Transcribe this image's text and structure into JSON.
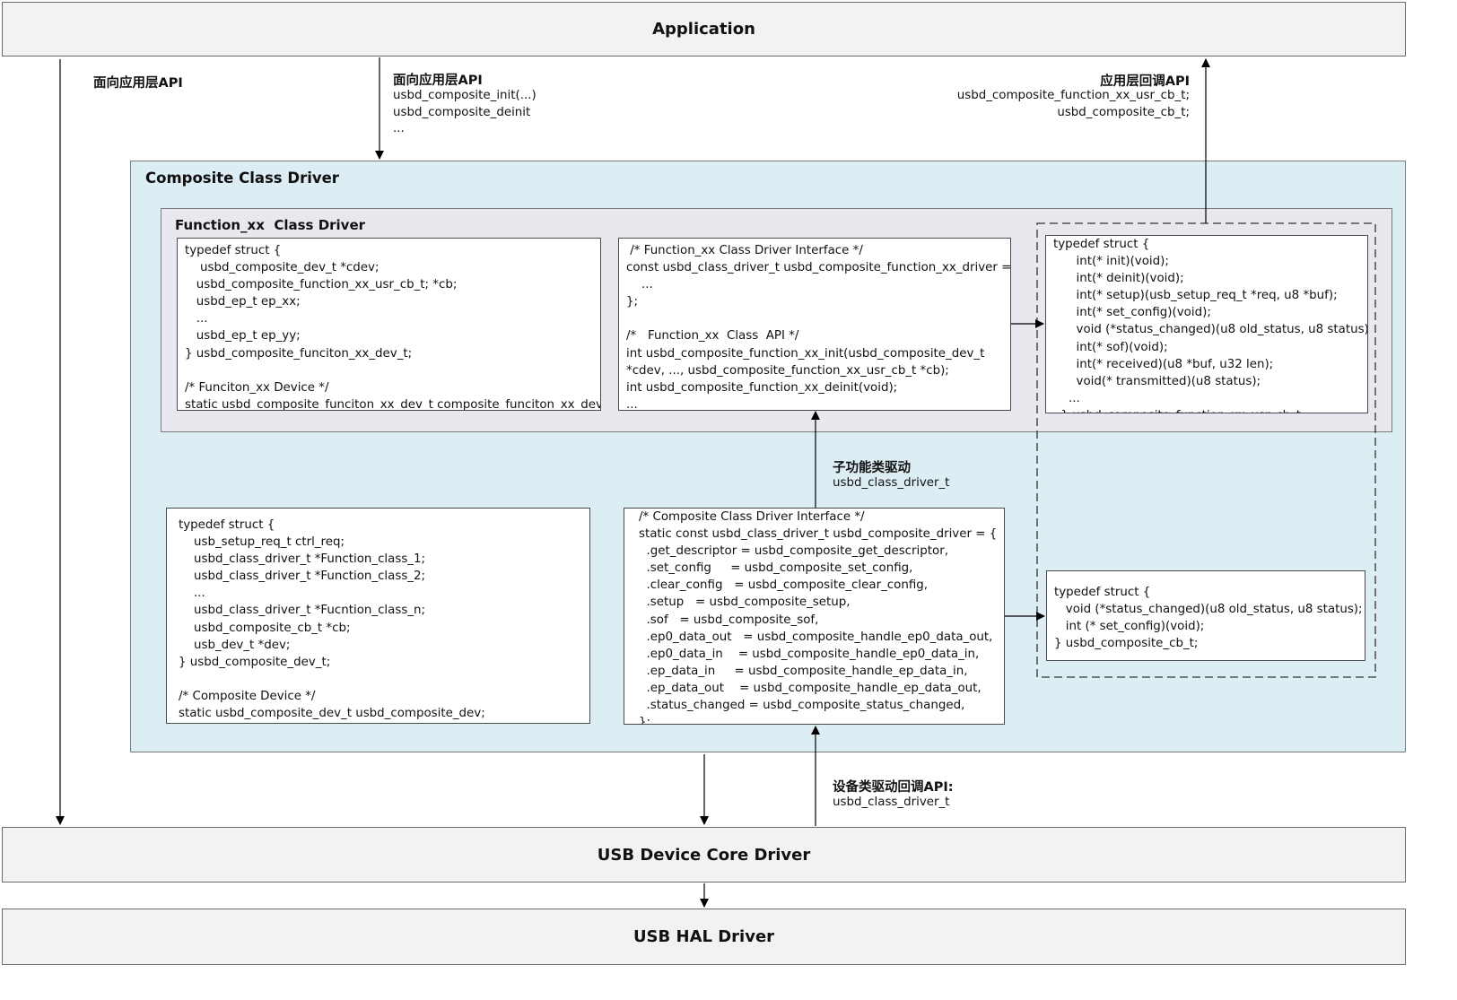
{
  "layers": {
    "application": "Application",
    "core": "USB Device Core Driver",
    "hal": "USB HAL Driver"
  },
  "composite": {
    "title": "Composite Class Driver",
    "function_title": "Function_xx  Class Driver"
  },
  "blocks": {
    "func_dev": [
      "typedef struct {",
      "    usbd_composite_dev_t *cdev;",
      "   usbd_composite_function_xx_usr_cb_t; *cb;",
      "   usbd_ep_t ep_xx;",
      "   ...",
      "   usbd_ep_t ep_yy;",
      "} usbd_composite_funciton_xx_dev_t;",
      "",
      "/* Funciton_xx Device */",
      "static usbd_composite_funciton_xx_dev_t composite_funciton_xx_dev;"
    ],
    "func_iface": [
      " /* Function_xx Class Driver Interface */",
      "const usbd_class_driver_t usbd_composite_function_xx_driver = {",
      "    ...",
      "};",
      "",
      "/*   Function_xx  Class  API */",
      "int usbd_composite_function_xx_init(usbd_composite_dev_t",
      "*cdev, ..., usbd_composite_function_xx_usr_cb_t *cb);",
      "int usbd_composite_function_xx_deinit(void);",
      "..."
    ],
    "usr_cb": [
      "typedef struct {",
      "      int(* init)(void);",
      "      int(* deinit)(void);",
      "      int(* setup)(usb_setup_req_t *req, u8 *buf);",
      "      int(* set_config)(void);",
      "      void (*status_changed)(u8 old_status, u8 status);",
      "      int(* sof)(void);",
      "      int(* received)(u8 *buf, u32 len);",
      "      void(* transmitted)(u8 status);",
      "    ...",
      "  } usbd_composite_function_xx_usr_cb_t;"
    ],
    "comp_dev": [
      "typedef struct {",
      "    usb_setup_req_t ctrl_req;",
      "    usbd_class_driver_t *Function_class_1;",
      "    usbd_class_driver_t *Function_class_2;",
      "    ...",
      "    usbd_class_driver_t *Fucntion_class_n;",
      "    usbd_composite_cb_t *cb;",
      "    usb_dev_t *dev;",
      "} usbd_composite_dev_t;",
      "",
      "/* Composite Device */",
      "static usbd_composite_dev_t usbd_composite_dev;"
    ],
    "comp_iface": [
      "/* Composite Class Driver Interface */",
      "static const usbd_class_driver_t usbd_composite_driver = {",
      "  .get_descriptor = usbd_composite_get_descriptor,",
      "  .set_config     = usbd_composite_set_config,",
      "  .clear_config   = usbd_composite_clear_config,",
      "  .setup   = usbd_composite_setup,",
      "  .sof   = usbd_composite_sof,",
      "  .ep0_data_out   = usbd_composite_handle_ep0_data_out,",
      "  .ep0_data_in    = usbd_composite_handle_ep0_data_in,",
      "  .ep_data_in     = usbd_composite_handle_ep_data_in,",
      "  .ep_data_out    = usbd_composite_handle_ep_data_out,",
      "  .status_changed = usbd_composite_status_changed,",
      "};"
    ],
    "comp_cb": [
      "typedef struct {",
      "   void (*status_changed)(u8 old_status, u8 status);",
      "   int (* set_config)(void);",
      "} usbd_composite_cb_t;"
    ]
  },
  "labels": {
    "api_left": "面向应用层API",
    "api_mid_title": "面向应用层API",
    "api_mid_lines": [
      "usbd_composite_init(...)",
      "usbd_composite_deinit",
      "..."
    ],
    "cb_title": "应用层回调API",
    "cb_lines": [
      "usbd_composite_function_xx_usr_cb_t;",
      "usbd_composite_cb_t;"
    ],
    "sub_title": "子功能类驱动",
    "sub_line": "usbd_class_driver_t",
    "core_cb_title": "设备类驱动回调API:",
    "core_cb_line": "usbd_class_driver_t"
  }
}
